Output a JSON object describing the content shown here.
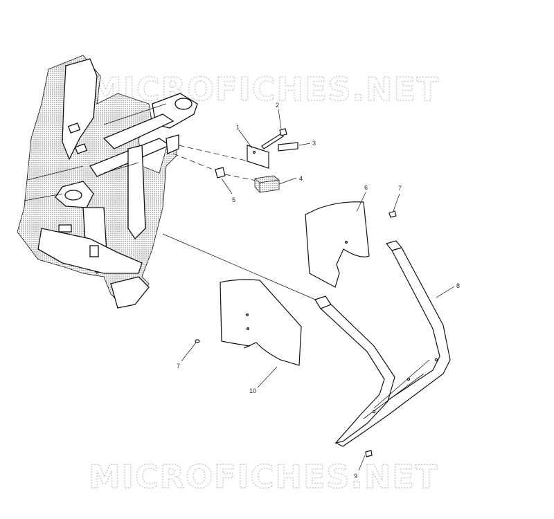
{
  "watermark": {
    "text": "MICROFICHES.NET"
  },
  "callouts": {
    "c1": "1",
    "c2": "2",
    "c3": "3",
    "c4": "4",
    "c5": "5",
    "c6": "6",
    "c7a": "7",
    "c7b": "7",
    "c8": "8",
    "c9": "9",
    "c10": "10"
  },
  "colors": {
    "line": "#111111",
    "watermark": "#c9c9c9",
    "background": "#ffffff"
  }
}
